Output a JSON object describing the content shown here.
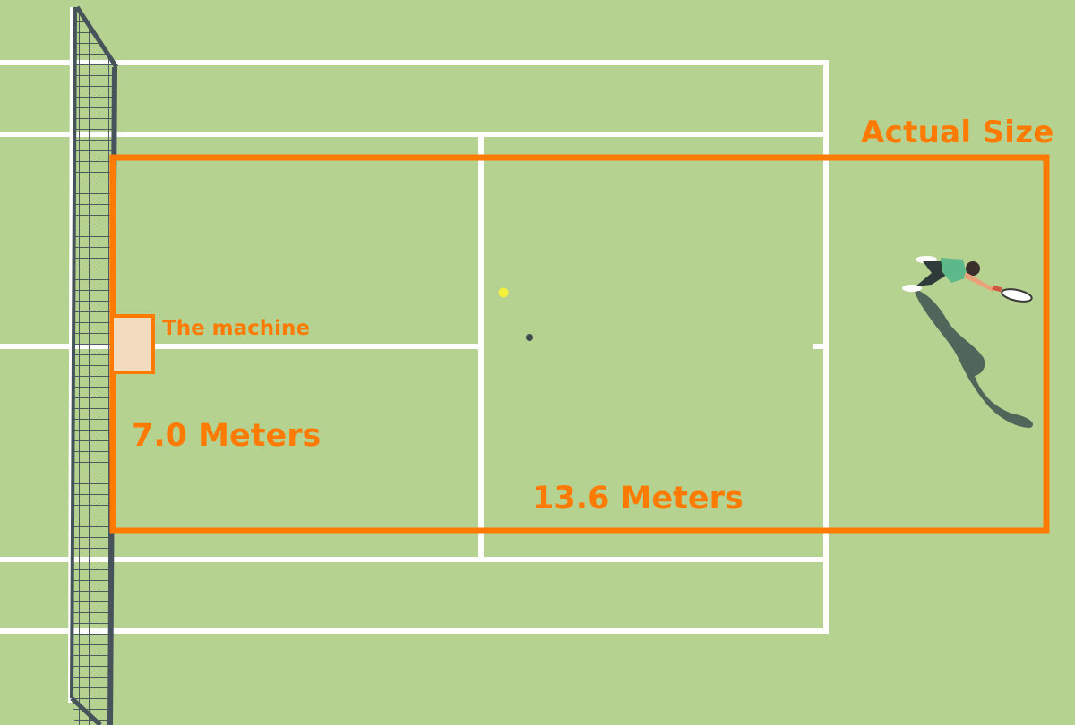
{
  "diagram": {
    "title": "Actual Size",
    "machine_label": "The machine",
    "width_label": "7.0 Meters",
    "length_label": "13.6 Meters"
  },
  "colors": {
    "court": "#b6d291",
    "court_lines": "#ffffff",
    "accent": "#ff7a00",
    "machine_fill": "#f2dbbf",
    "net": "#46535a",
    "ball": "#f2f03a"
  },
  "elements": {
    "net": "tennis-net",
    "player": "tennis-player-with-racket",
    "ball": "tennis-ball",
    "ball_shadow": "ball-shadow"
  }
}
